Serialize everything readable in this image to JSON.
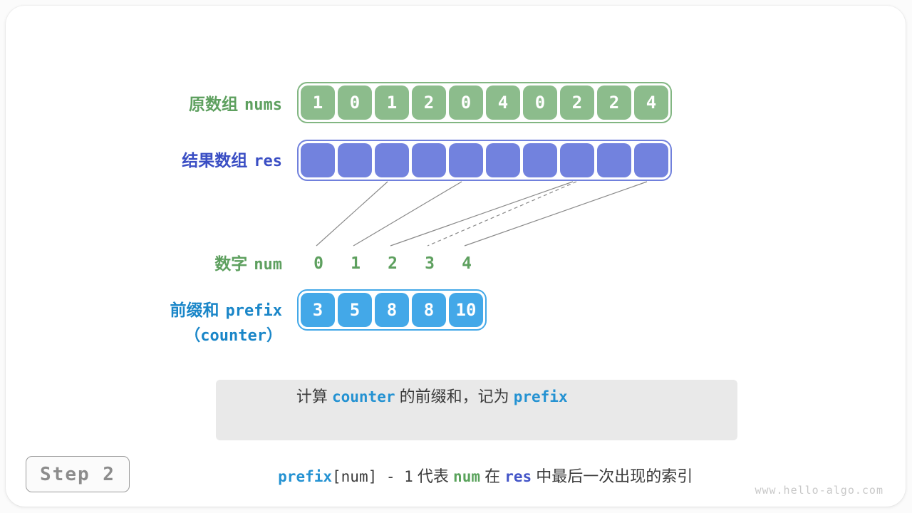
{
  "colors": {
    "green_cell": "#8cbc8c",
    "green_border": "#82b682",
    "green_text": "#5ea05f",
    "indigo_cell": "#7282de",
    "indigo_border": "#7080dc",
    "indigo_text": "#3a4ec4",
    "sky_cell": "#43a8e8",
    "sky_border": "#43a8e8",
    "sky_text": "#1a86c8",
    "note_bg": "#e9e9e9",
    "note_text": "#3b3b3b",
    "note_blue": "#2492d2",
    "note_green": "#5aa35c",
    "note_indigo": "#4355c8",
    "line_gray": "#8a8a8a",
    "step_text": "#8c8c8c",
    "step_border": "#9c9c9c",
    "watermark_color": "#c9c9c9"
  },
  "rows": {
    "nums": {
      "label_zh": "原数组",
      "label_code": "nums",
      "values": [
        "1",
        "0",
        "1",
        "2",
        "0",
        "4",
        "0",
        "2",
        "2",
        "4"
      ]
    },
    "res": {
      "label_zh": "结果数组",
      "label_code": "res",
      "cells": [
        "",
        "",
        "",
        "",
        "",
        "",
        "",
        "",
        "",
        ""
      ]
    },
    "num": {
      "label_zh": "数字",
      "label_code": "num",
      "values": [
        "0",
        "1",
        "2",
        "3",
        "4"
      ]
    },
    "prefix": {
      "label_zh": "前缀和",
      "label_code": "prefix",
      "label_sub": "（counter）",
      "values": [
        "3",
        "5",
        "8",
        "8",
        "10"
      ]
    }
  },
  "arrows": [
    {
      "res_index": 2,
      "num": 0,
      "style": "solid"
    },
    {
      "res_index": 4,
      "num": 1,
      "style": "solid"
    },
    {
      "res_index": 7,
      "num": 2,
      "style": "solid"
    },
    {
      "res_index": 7,
      "num": 3,
      "style": "dashed"
    },
    {
      "res_index": 9,
      "num": 4,
      "style": "solid"
    }
  ],
  "note": {
    "line1": [
      {
        "t": "计算 ",
        "c": "seg"
      },
      {
        "t": "counter",
        "c": "seg code blue"
      },
      {
        "t": " 的前缀和，记为 ",
        "c": "seg"
      },
      {
        "t": "prefix",
        "c": "seg code blue"
      }
    ],
    "line2": [
      {
        "t": "prefix",
        "c": "seg code blue"
      },
      {
        "t": "[num] - 1",
        "c": "seg code"
      },
      {
        "t": " 代表 ",
        "c": "seg"
      },
      {
        "t": "num",
        "c": "seg code green"
      },
      {
        "t": " 在 ",
        "c": "seg"
      },
      {
        "t": "res",
        "c": "seg code indigo"
      },
      {
        "t": " 中最后一次出现的索引",
        "c": "seg"
      }
    ]
  },
  "footer": {
    "step_label": "Step 2",
    "watermark": "www.hello-algo.com"
  }
}
